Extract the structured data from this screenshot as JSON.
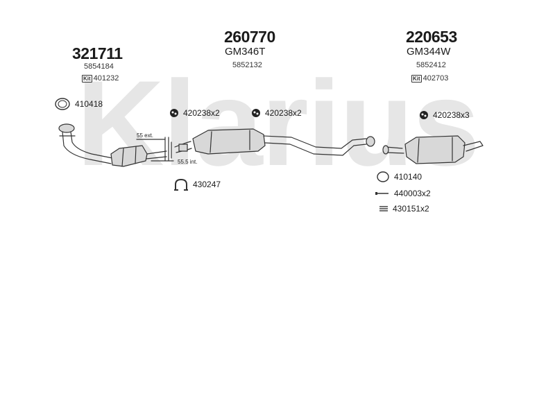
{
  "colors": {
    "watermark": "#e6e6e6",
    "line": "#333333",
    "part_fill": "#d8d8d8"
  },
  "watermark": {
    "text": "Klarius"
  },
  "groups": [
    {
      "part_number": "321711",
      "oe_number": "5854184",
      "kit_badge": "Kit",
      "kit_number": "401232"
    },
    {
      "part_number": "260770",
      "reference": "GM346T",
      "oe_number": "5852132"
    },
    {
      "part_number": "220653",
      "reference": "GM344W",
      "oe_number": "5852412",
      "kit_badge": "Kit",
      "kit_number": "402703"
    }
  ],
  "accessories": [
    {
      "icon": "ring-gasket-icon",
      "label": "410418"
    },
    {
      "icon": "rubber-mount-icon",
      "label": "420238x2"
    },
    {
      "icon": "rubber-mount-icon",
      "label": "420238x2"
    },
    {
      "icon": "rubber-mount-icon",
      "label": "420238x3"
    },
    {
      "icon": "clamp-icon",
      "label": "430247"
    },
    {
      "icon": "ring-gasket-icon",
      "label": "410140"
    },
    {
      "icon": "bolt-icon",
      "label": "440003x2"
    },
    {
      "icon": "spring-icon",
      "label": "430151x2"
    }
  ],
  "dimensions": {
    "outer": "55 ext.",
    "inner": "55.5 int."
  }
}
